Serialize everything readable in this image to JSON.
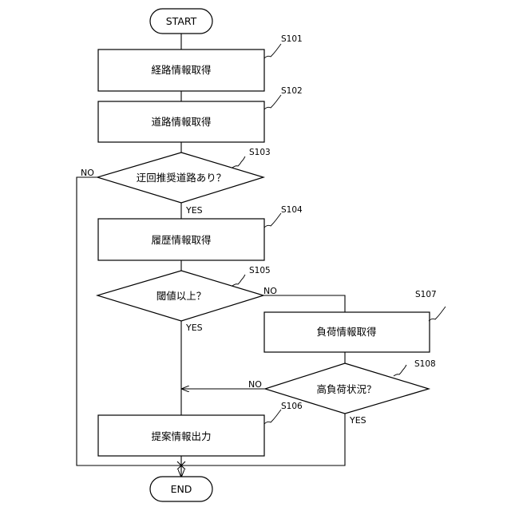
{
  "terminals": {
    "start": "START",
    "end": "END"
  },
  "steps": {
    "s101": {
      "id": "S101",
      "label": "経路情報取得"
    },
    "s102": {
      "id": "S102",
      "label": "道路情報取得"
    },
    "s103": {
      "id": "S103",
      "label": "迂回推奨道路あり？"
    },
    "s104": {
      "id": "S104",
      "label": "履歴情報取得"
    },
    "s105": {
      "id": "S105",
      "label": "閾値以上？"
    },
    "s106": {
      "id": "S106",
      "label": "提案情報出力"
    },
    "s107": {
      "id": "S107",
      "label": "負荷情報取得"
    },
    "s108": {
      "id": "S108",
      "label": "高負荷状況？"
    }
  },
  "branches": {
    "s103_no": "NO",
    "s103_yes": "YES",
    "s105_no": "NO",
    "s105_yes": "YES",
    "s108_no": "NO",
    "s108_yes": "YES"
  }
}
